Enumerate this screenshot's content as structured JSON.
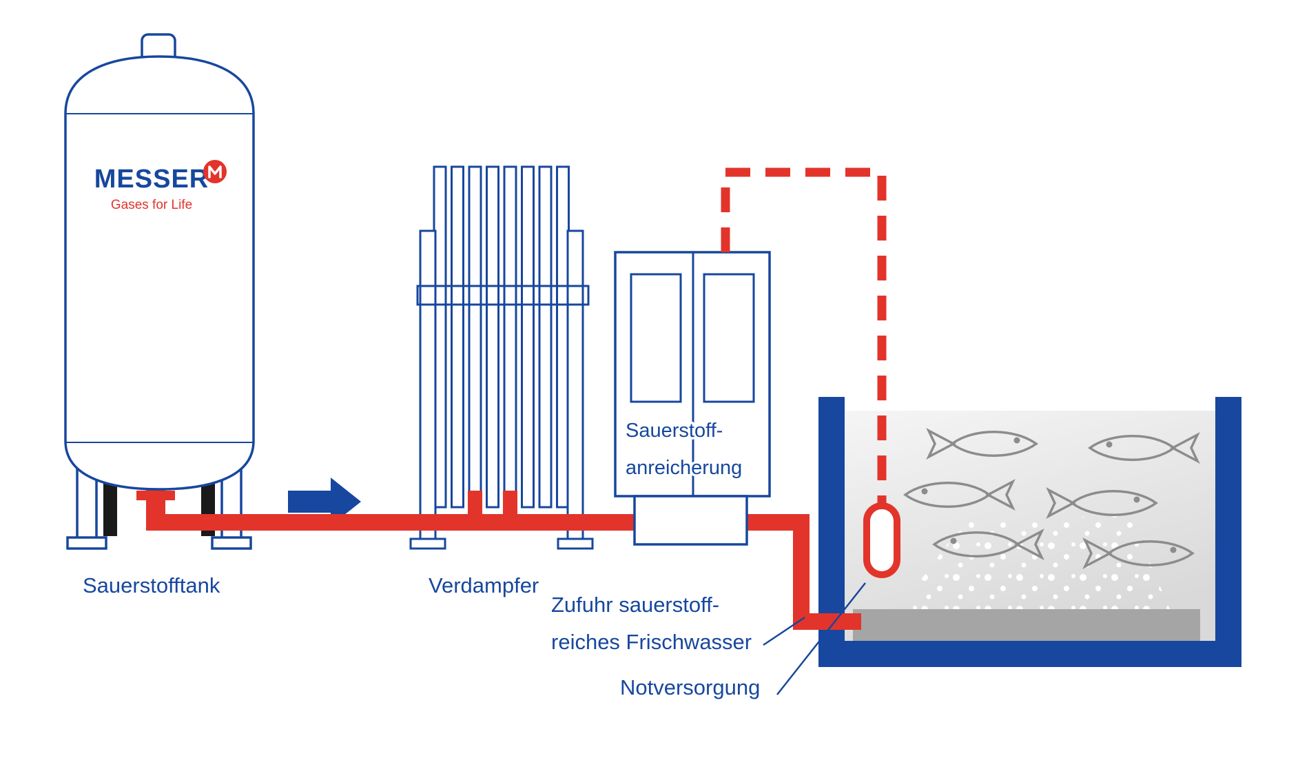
{
  "logo": {
    "brand": "MESSER",
    "tagline": "Gases for Life"
  },
  "labels": {
    "tank": "Sauerstofftank",
    "vaporizer": "Verdampfer",
    "enrichment_line1": "Sauerstoff-",
    "enrichment_line2": "anreicherung",
    "supply_line1": "Zufuhr sauerstoff-",
    "supply_line2": "reiches Frischwasser",
    "emergency": "Notversorgung"
  },
  "basin": {
    "fish_count": 6
  },
  "colors": {
    "blue": "#17479e",
    "red": "#e2342b",
    "fish_gray": "#8c8c8c",
    "water_light": "#f5f5f5",
    "water_dark": "#d9d9d9",
    "diffuser_gray": "#a5a5a5",
    "leg_black": "#1a1a1a"
  }
}
